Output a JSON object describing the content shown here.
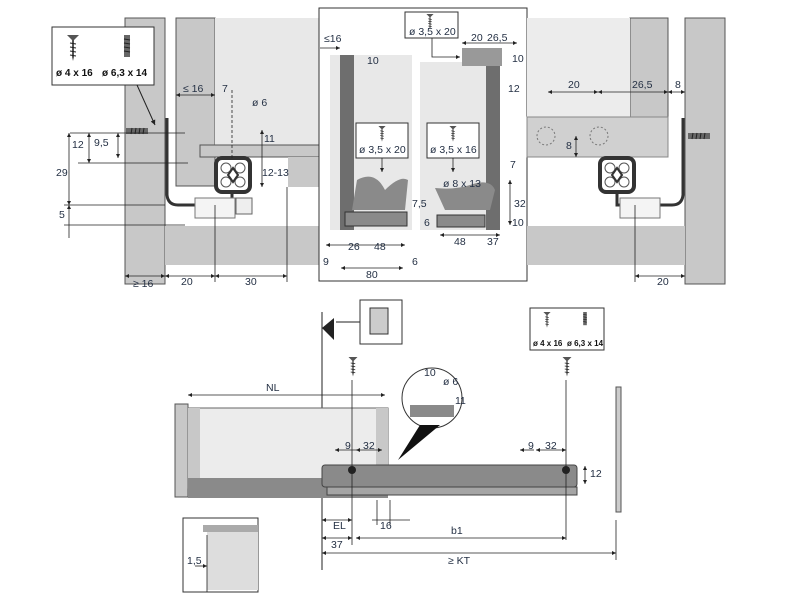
{
  "colors": {
    "panel": "#c8c8c8",
    "light": "#e6e6e6",
    "rail": "#8a8a8a",
    "line": "#222222"
  },
  "top_left": {
    "screws": [
      "ø 4 x 16",
      "ø 6,3 x 14"
    ],
    "dims": {
      "max16": "≤ 16",
      "seven": "7",
      "dia6": "ø 6",
      "twelve": "12",
      "nine5": "9,5",
      "eleven": "11",
      "twentynine": "29",
      "twelve13": "12-13",
      "five": "5",
      "min16": "≥ 16",
      "twenty": "20",
      "thirty": "30"
    }
  },
  "top_middle": {
    "screw_top": "ø 3,5 x 20",
    "screw_left": "ø 3,5 x 20",
    "screw_right": "ø 3,5 x 16",
    "dims": {
      "max16": "≤16",
      "ten_a": "10",
      "twenty": "20",
      "twentysix5": "26,5",
      "ten_b": "10",
      "twelve": "12",
      "seven": "7",
      "dia8x13": "ø 8 x 13",
      "seven5": "7,5",
      "thirtytwo": "32",
      "six_a": "6",
      "ten_c": "10",
      "twentysix": "26",
      "fortyeight_a": "48",
      "fortyeight_b": "48",
      "thirtyseven": "37",
      "nine": "9",
      "six_b": "6",
      "eighty": "80"
    }
  },
  "top_right": {
    "dims": {
      "twenty_a": "20",
      "twentysix5": "26,5",
      "eight_a": "8",
      "eight_b": "8",
      "twenty_b": "20"
    }
  },
  "bottom": {
    "screws": [
      "ø 4 x 16",
      "ø 6,3 x 14"
    ],
    "dims": {
      "nl": "NL",
      "ten": "10",
      "dia6": "ø 6",
      "eleven": "11",
      "nine_a": "9",
      "thirtytwo_a": "32",
      "nine_b": "9",
      "thirtytwo_b": "32",
      "twelve": "12",
      "el": "EL",
      "sixteen": "16",
      "b1": "b1",
      "thirtyseven": "37",
      "kt": "≥ KT",
      "one5": "1,5"
    }
  }
}
